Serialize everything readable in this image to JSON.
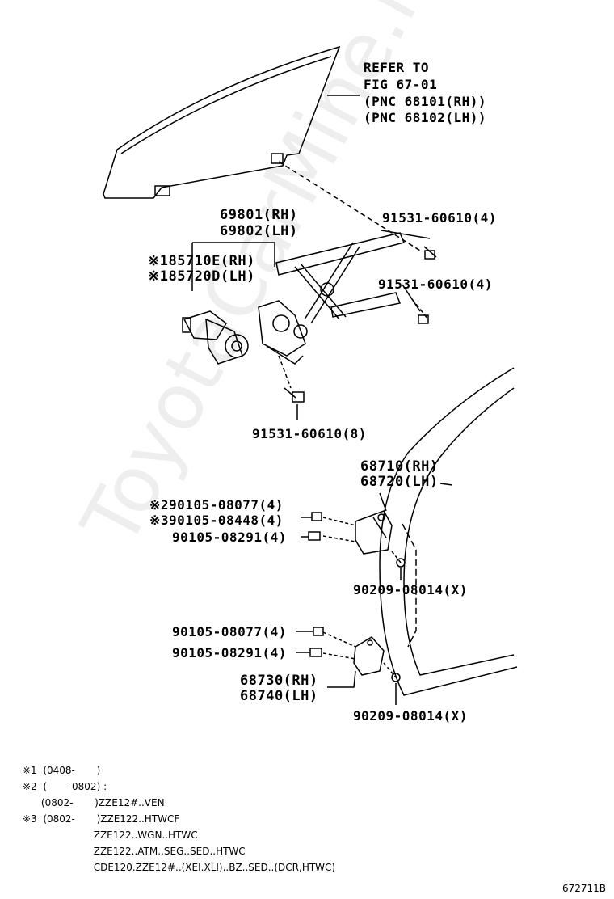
{
  "watermark": "ToyotaCarMine.ru",
  "refer_note": {
    "line1": "REFER TO",
    "line2": "FIG 67-01",
    "line3": "(PNC 68101(RH))",
    "line4": "(PNC 68102(LH))"
  },
  "parts": {
    "regulator_rh": "69801(RH)",
    "regulator_lh": "69802(LH)",
    "motor_rh": "※185710E(RH)",
    "motor_lh": "※185720D(LH)",
    "bolt_a": "91531-60610(4)",
    "bolt_b": "91531-60610(4)",
    "bolt_c": "91531-60610(8)",
    "upper_hinge_rh": "68710(RH)",
    "upper_hinge_lh": "68720(LH)",
    "bolt_d": "※290105-08077(4)",
    "bolt_e": "※390105-08448(4)",
    "bolt_f": "90105-08291(4)",
    "nut_a": "90209-08014(X)",
    "bolt_g": "90105-08077(4)",
    "bolt_h": "90105-08291(4)",
    "lower_hinge_rh": "68730(RH)",
    "lower_hinge_lh": "68740(LH)",
    "nut_b": "90209-08014(X)"
  },
  "footnotes": {
    "n1": "※1  (0408-       )",
    "n2": "※2  (       -0802) :",
    "n3": "      (0802-       )ZZE12#..VEN",
    "n4": "※3  (0802-       )ZZE122..HTWCF",
    "n5": "                       ZZE122..WGN..HTWC",
    "n6": "                       ZZE122..ATM..SEG..SED..HTWC",
    "n7": "                       CDE120.ZZE12#..(XEI.XLI)..BZ..SED..(DCR,HTWC)"
  },
  "figure_ref": "672711B"
}
